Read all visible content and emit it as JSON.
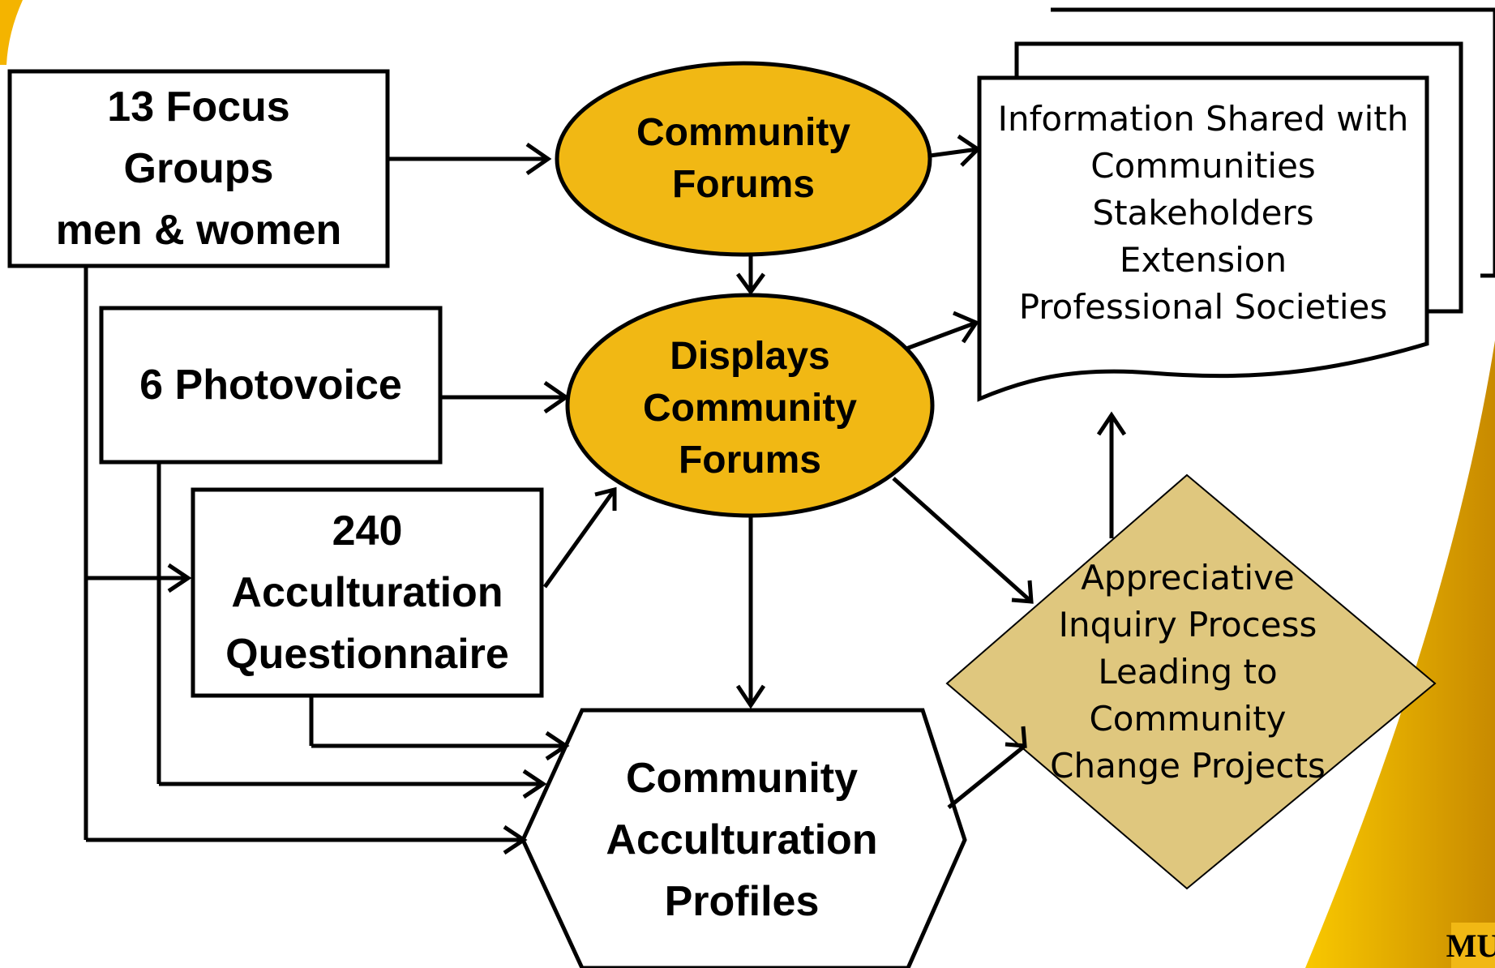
{
  "nodes": {
    "focus_groups": {
      "lines": [
        "13 Focus",
        "Groups",
        "men & women"
      ]
    },
    "photovoice": {
      "lines": [
        "6 Photovoice"
      ]
    },
    "questionnaire": {
      "lines": [
        "240",
        "Acculturation",
        "Questionnaire"
      ]
    },
    "community_forums": {
      "lines": [
        "Community",
        "Forums"
      ]
    },
    "displays_forums": {
      "lines": [
        "Displays",
        "Community",
        "Forums"
      ]
    },
    "profiles": {
      "lines": [
        "Community",
        "Acculturation",
        "Profiles"
      ]
    },
    "info_shared": {
      "lines": [
        "Information Shared with",
        "Communities",
        "Stakeholders",
        "Extension",
        "Professional Societies"
      ]
    },
    "inquiry": {
      "lines": [
        "Appreciative",
        "Inquiry Process",
        "Leading to",
        "Community",
        "Change Projects"
      ]
    }
  },
  "logo": {
    "text": "MU"
  },
  "colors": {
    "gold": "#F1B814",
    "tan": "#DFC77E",
    "background_gold": "#F4B400",
    "outline": "#000000"
  }
}
